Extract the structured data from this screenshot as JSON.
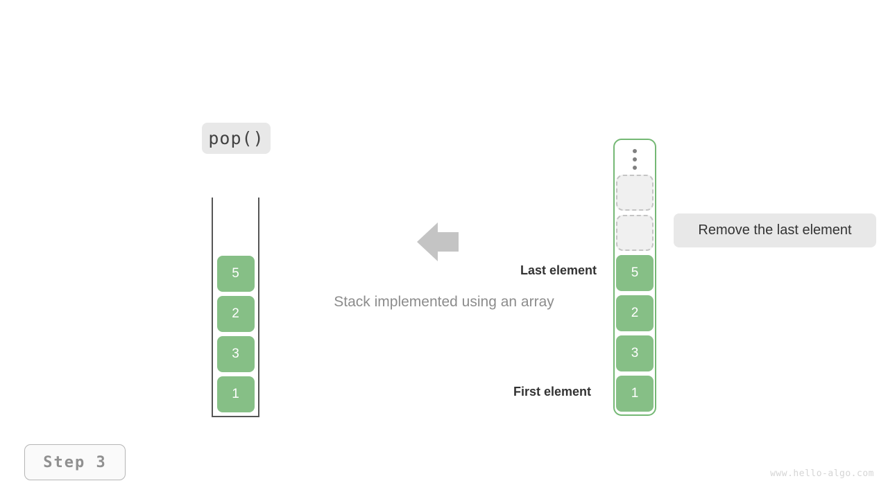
{
  "operation": {
    "label": "pop()"
  },
  "caption": {
    "text": "Stack implemented using an array"
  },
  "left_stack": {
    "name": "abstract-stack",
    "cells": [
      "5",
      "2",
      "3",
      "1"
    ]
  },
  "right_array": {
    "name": "array-backed-stack",
    "ellipsis": "vertical-ellipsis",
    "empty_slots": 2,
    "cells": [
      "5",
      "2",
      "3",
      "1"
    ]
  },
  "annotations": {
    "last_element": "Last element",
    "first_element": "First element"
  },
  "note": {
    "text": "Remove the last element"
  },
  "arrow": {
    "direction": "left",
    "icon": "arrow-left-icon"
  },
  "step": {
    "label": "Step 3"
  },
  "watermark": {
    "text": "www.hello-algo.com"
  },
  "colors": {
    "cell_fill": "#86bf86",
    "cell_text": "#ffffff",
    "array_border": "#74b874",
    "stack_border": "#555555",
    "chip_bg": "#e8e8e8",
    "arrow": "#c4c4c4",
    "caption_text": "#8c8c8c",
    "empty_slot_bg": "#f0f0f0",
    "empty_slot_border": "#c4c4c4"
  }
}
